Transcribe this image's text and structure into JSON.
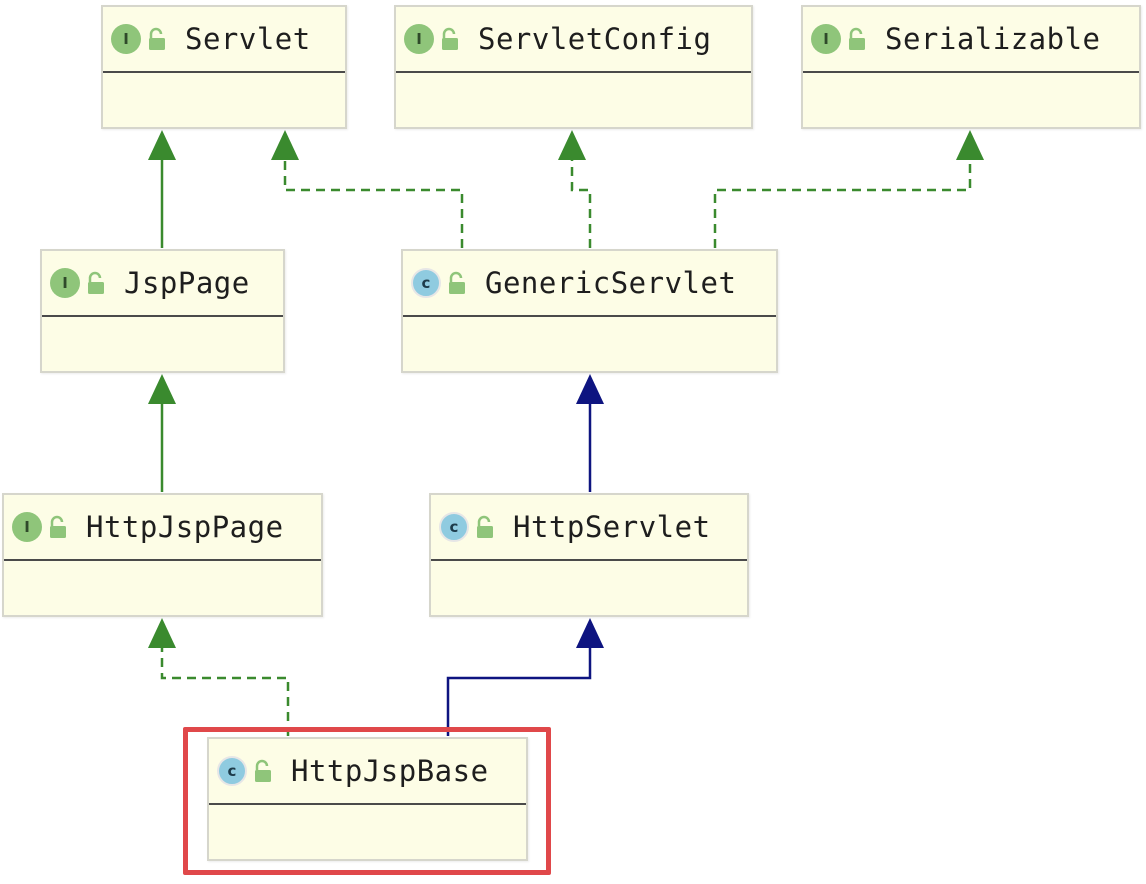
{
  "diagram": {
    "kind": "uml-class-hierarchy",
    "colors": {
      "implements_edge": "#3a8a2e",
      "extends_edge": "#0e1480",
      "node_fill": "#fdfde6",
      "highlight": "#e0484a",
      "interface_badge": "#8fc57a",
      "class_badge": "#8fcbe0"
    },
    "nodes": [
      {
        "id": "servlet",
        "label": "Servlet",
        "kind": "interface",
        "badge": "I"
      },
      {
        "id": "servletconfig",
        "label": "ServletConfig",
        "kind": "interface",
        "badge": "I"
      },
      {
        "id": "serializable",
        "label": "Serializable",
        "kind": "interface",
        "badge": "I"
      },
      {
        "id": "jsppage",
        "label": "JspPage",
        "kind": "interface",
        "badge": "I"
      },
      {
        "id": "genericservlet",
        "label": "GenericServlet",
        "kind": "class",
        "badge": "c"
      },
      {
        "id": "httpjsppage",
        "label": "HttpJspPage",
        "kind": "interface",
        "badge": "I"
      },
      {
        "id": "httpservlet",
        "label": "HttpServlet",
        "kind": "class",
        "badge": "c"
      },
      {
        "id": "httpjspbase",
        "label": "HttpJspBase",
        "kind": "class",
        "badge": "c",
        "highlighted": true
      }
    ],
    "edges": [
      {
        "from": "jsppage",
        "to": "servlet",
        "type": "interface-extends"
      },
      {
        "from": "genericservlet",
        "to": "servlet",
        "type": "implements"
      },
      {
        "from": "genericservlet",
        "to": "servletconfig",
        "type": "implements"
      },
      {
        "from": "genericservlet",
        "to": "serializable",
        "type": "implements"
      },
      {
        "from": "httpjsppage",
        "to": "jsppage",
        "type": "interface-extends"
      },
      {
        "from": "httpservlet",
        "to": "genericservlet",
        "type": "extends"
      },
      {
        "from": "httpjspbase",
        "to": "httpjsppage",
        "type": "implements"
      },
      {
        "from": "httpjspbase",
        "to": "httpservlet",
        "type": "extends"
      }
    ]
  }
}
